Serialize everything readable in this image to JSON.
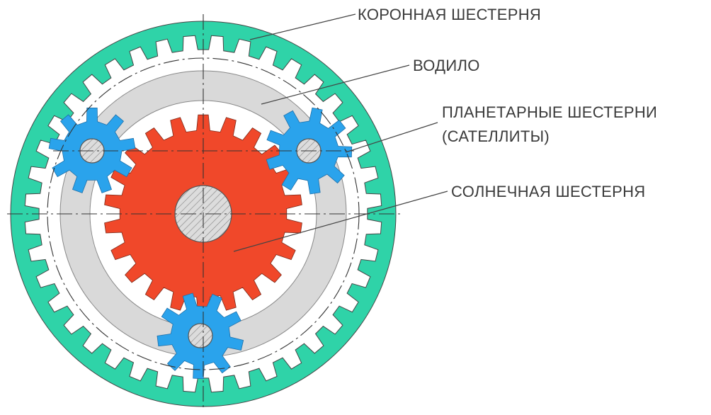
{
  "labels": {
    "ring_gear": "КОРОННАЯ ШЕСТЕРНЯ",
    "carrier": "ВОДИЛО",
    "planet_gears_line1": "ПЛАНЕТАРНЫЕ ШЕСТЕРНИ",
    "planet_gears_line2": "(САТЕЛЛИТЫ)",
    "sun_gear": "СОЛНЕЧНАЯ ШЕСТЕРНЯ"
  },
  "colors": {
    "ring_gear": "#2fd3a8",
    "carrier": "#d9d9d9",
    "planet_gears": "#2aa3ec",
    "sun_gear": "#f0482a",
    "hub": "#dcdcdc",
    "lines": "#333333",
    "background": "#ffffff"
  },
  "teeth": {
    "ring_gear": 40,
    "sun_gear": 22,
    "planet_gears": 9
  }
}
